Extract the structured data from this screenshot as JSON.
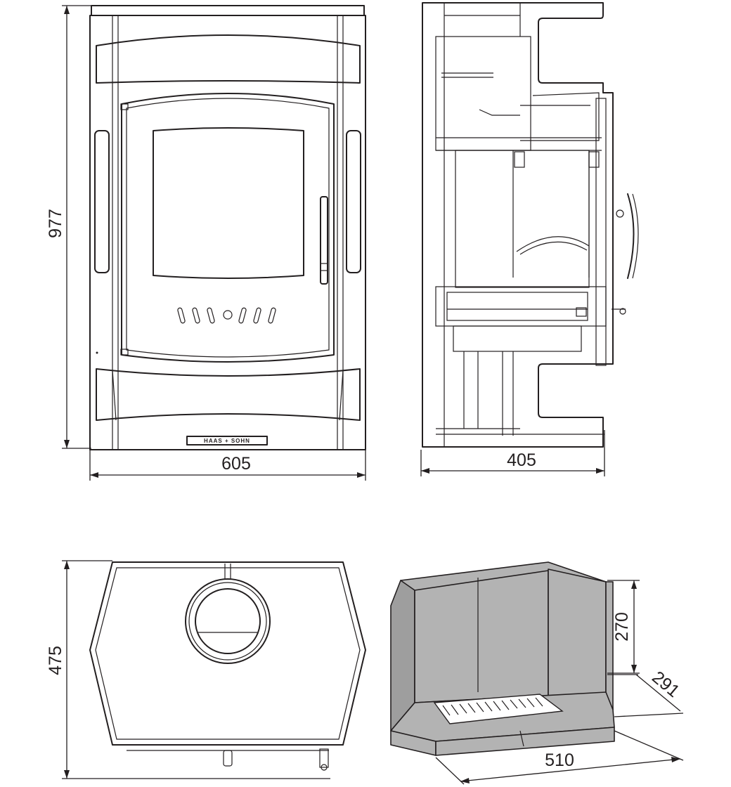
{
  "views": {
    "front": {
      "height_label": "977",
      "width_label": "605",
      "brand_plate": "HAAS + SOHN"
    },
    "side": {
      "depth_label": "405"
    },
    "top": {
      "depth_label": "475"
    },
    "firebox": {
      "height_label": "270",
      "depth_label": "291",
      "width_label": "510"
    }
  },
  "colors": {
    "line": "#231f20",
    "firebox_fill": "#b3b3b3"
  }
}
